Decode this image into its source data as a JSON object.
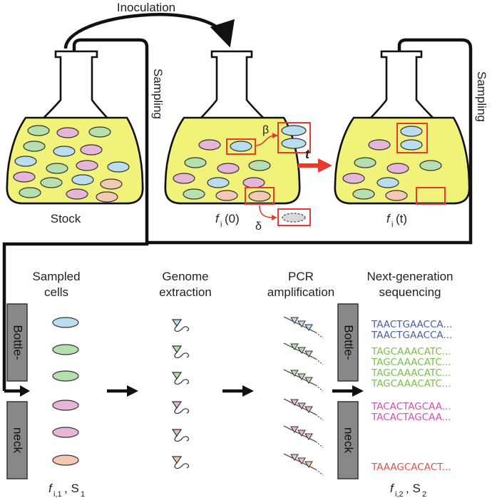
{
  "labels": {
    "inoculation": "Inoculation",
    "sampling_left": "Sampling",
    "sampling_right": "Sampling",
    "stock": "Stock",
    "fi0_sym": "f",
    "fi0_sub": "i",
    "fi0_arg": "(0)",
    "fit_sym": "f",
    "fit_sub": "i",
    "fit_arg": "(t)",
    "beta": "β",
    "delta": "δ",
    "t": "t"
  },
  "steps": {
    "sampled_l1": "Sampled",
    "sampled_l2": "cells",
    "genome_l1": "Genome",
    "genome_l2": "extraction",
    "pcr_l1": "PCR",
    "pcr_l2": "amplification",
    "ngs_l1": "Next-generation",
    "ngs_l2": "sequencing"
  },
  "bottleneck": {
    "top": "Bottle-",
    "bottom": "neck"
  },
  "bottom_left": {
    "sym": "f",
    "sub1": "i,1",
    "rest": ", S",
    "sub2": "1"
  },
  "bottom_right": {
    "sym": "f",
    "sub1": "i,2",
    "rest": ", S",
    "sub2": "2"
  },
  "sequences": [
    {
      "text": "TAACTGAACCA...",
      "color": "#4a5cae"
    },
    {
      "text": "TAACTGAACCA...",
      "color": "#4a5cae"
    },
    {
      "text": "TAGCAAACATC...",
      "color": "#78c04a"
    },
    {
      "text": "TAGCAAACATC...",
      "color": "#78c04a"
    },
    {
      "text": "TAGCAAACATC...",
      "color": "#78c04a"
    },
    {
      "text": "TAGCAAACATC...",
      "color": "#78c04a"
    },
    {
      "text": "TACACTAGCAA...",
      "color": "#d24fb0"
    },
    {
      "text": "TACACTAGCAA...",
      "color": "#d24fb0"
    },
    {
      "text": "TAAAGCACACT...",
      "color": "#e0504f"
    }
  ],
  "colors": {
    "medium": "#f0f27a",
    "highlight_box": "#e63b2e",
    "arrow_red": "#e8392b",
    "bottleneck_box": "#888888",
    "cell_blue": "#b9dcee",
    "cell_green": "#b5dfad",
    "cell_pink": "#e5b6d8",
    "cell_peach": "#f4c9b4"
  }
}
